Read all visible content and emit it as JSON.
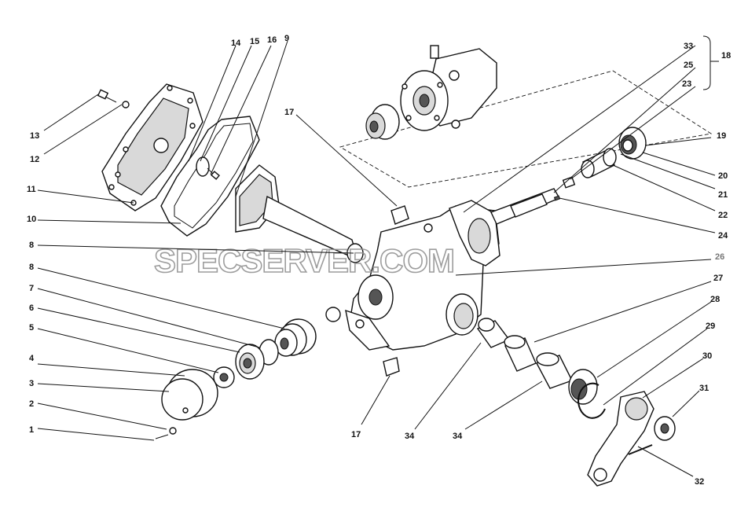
{
  "watermark": "SPECSERVER.COM",
  "callouts": [
    {
      "id": "c1",
      "text": "1"
    },
    {
      "id": "c2",
      "text": "2"
    },
    {
      "id": "c3",
      "text": "3"
    },
    {
      "id": "c4",
      "text": "4"
    },
    {
      "id": "c5",
      "text": "5"
    },
    {
      "id": "c6",
      "text": "6"
    },
    {
      "id": "c7",
      "text": "7"
    },
    {
      "id": "c8a",
      "text": "8"
    },
    {
      "id": "c8b",
      "text": "8"
    },
    {
      "id": "c9",
      "text": "9"
    },
    {
      "id": "c10",
      "text": "10"
    },
    {
      "id": "c11",
      "text": "11"
    },
    {
      "id": "c12",
      "text": "12"
    },
    {
      "id": "c13",
      "text": "13"
    },
    {
      "id": "c14",
      "text": "14"
    },
    {
      "id": "c15",
      "text": "15"
    },
    {
      "id": "c16",
      "text": "16"
    },
    {
      "id": "c17a",
      "text": "17"
    },
    {
      "id": "c17b",
      "text": "17"
    },
    {
      "id": "c18",
      "text": "18"
    },
    {
      "id": "c19",
      "text": "19"
    },
    {
      "id": "c20",
      "text": "20"
    },
    {
      "id": "c21",
      "text": "21"
    },
    {
      "id": "c22",
      "text": "22"
    },
    {
      "id": "c23",
      "text": "23"
    },
    {
      "id": "c24",
      "text": "24"
    },
    {
      "id": "c25",
      "text": "25"
    },
    {
      "id": "c26",
      "text": "26"
    },
    {
      "id": "c27",
      "text": "27"
    },
    {
      "id": "c28",
      "text": "28"
    },
    {
      "id": "c29",
      "text": "29"
    },
    {
      "id": "c30",
      "text": "30"
    },
    {
      "id": "c31",
      "text": "31"
    },
    {
      "id": "c32",
      "text": "32"
    },
    {
      "id": "c33",
      "text": "33"
    },
    {
      "id": "c34a",
      "text": "34"
    },
    {
      "id": "c34b",
      "text": "34"
    }
  ]
}
